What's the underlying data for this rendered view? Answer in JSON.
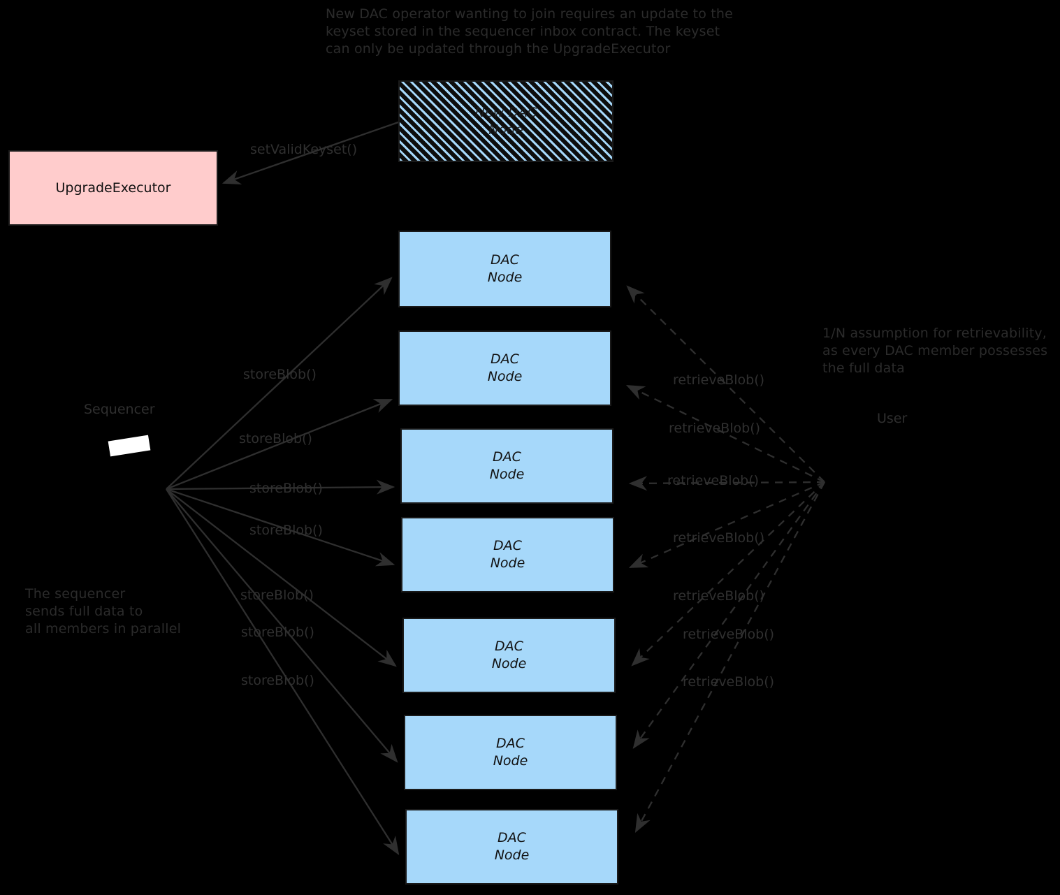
{
  "diagram": {
    "title_note_top": "New DAC operator wanting to join requires an update to the\nkeyset stored in the sequencer inbox contract. The keyset\ncan only be updated through the UpgradeExecutor",
    "note_left_bottom": "The sequencer\nsends full data to\nall members in parallel",
    "note_right": "1/N assumption for retrievability,\nas every DAC member possesses\nthe full data",
    "colors": {
      "background": "#000000",
      "node_fill": "#a6d8fa",
      "node_stroke": "#1a1a1a",
      "upgrade_executor_fill": "#ffcccc",
      "hatch_stripe": "#a6d8fa",
      "arrow_solid": "#2f2f2f",
      "arrow_dashed": "#2f2f2f",
      "text": "#111111"
    }
  },
  "nodes": {
    "new_dac_node": {
      "line1": "New DAC",
      "line2": "Node"
    },
    "upgrade_executor": {
      "label": "UpgradeExecutor"
    },
    "sequencer": {
      "label": "Sequencer"
    },
    "user": {
      "label": "User"
    },
    "dac_nodes": [
      {
        "line1": "DAC",
        "line2": "Node"
      },
      {
        "line1": "DAC",
        "line2": "Node"
      },
      {
        "line1": "DAC",
        "line2": "Node"
      },
      {
        "line1": "DAC",
        "line2": "Node"
      },
      {
        "line1": "DAC",
        "line2": "Node"
      },
      {
        "line1": "DAC",
        "line2": "Node"
      },
      {
        "line1": "DAC",
        "line2": "Node"
      }
    ]
  },
  "edges": {
    "set_valid_keyset": {
      "label": "setValidKeyset()"
    },
    "store_blob_labels": [
      {
        "label": "storeBlob()"
      },
      {
        "label": "storeBlob()"
      },
      {
        "label": "storeBlob()"
      },
      {
        "label": "storeBlob()"
      },
      {
        "label": "storeBlob()"
      },
      {
        "label": "storeBlob()"
      },
      {
        "label": "storeBlob()"
      }
    ],
    "retrieve_blob_labels": [
      {
        "label": "retrieveBlob()"
      },
      {
        "label": "retrieveBlob()"
      },
      {
        "label": "retrieveBlob()"
      },
      {
        "label": "retrieveBlob()"
      },
      {
        "label": "retrieveBlob()"
      },
      {
        "label": "retrieveBlob()"
      },
      {
        "label": "retrieveBlob()"
      }
    ]
  }
}
